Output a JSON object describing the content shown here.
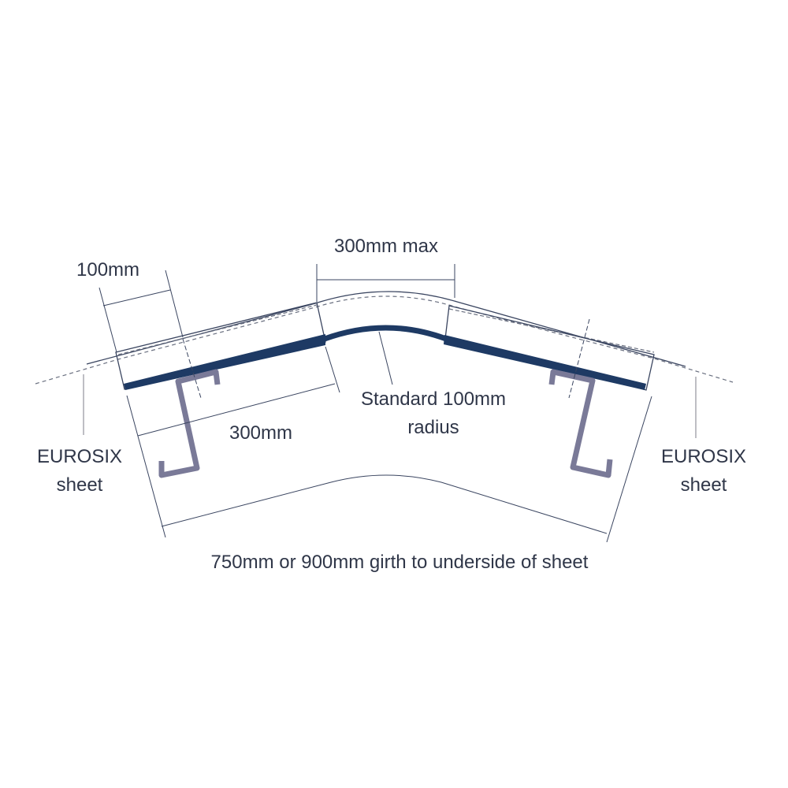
{
  "labels": {
    "overlap": "100mm",
    "max_straight": "300mm max",
    "radius_line1": "Standard 100mm",
    "radius_line2": "radius",
    "leg": "300mm",
    "left_sheet_line1": "EUROSIX",
    "left_sheet_line2": "sheet",
    "right_sheet_line1": "EUROSIX",
    "right_sheet_line2": "sheet",
    "girth": "750mm or 900mm girth to underside of sheet"
  },
  "colors": {
    "flashing": "#1e3a64",
    "purlin": "#7a7a98",
    "lines": "#3a4560",
    "leader": "#9a9aa4",
    "text": "#2f3648"
  }
}
